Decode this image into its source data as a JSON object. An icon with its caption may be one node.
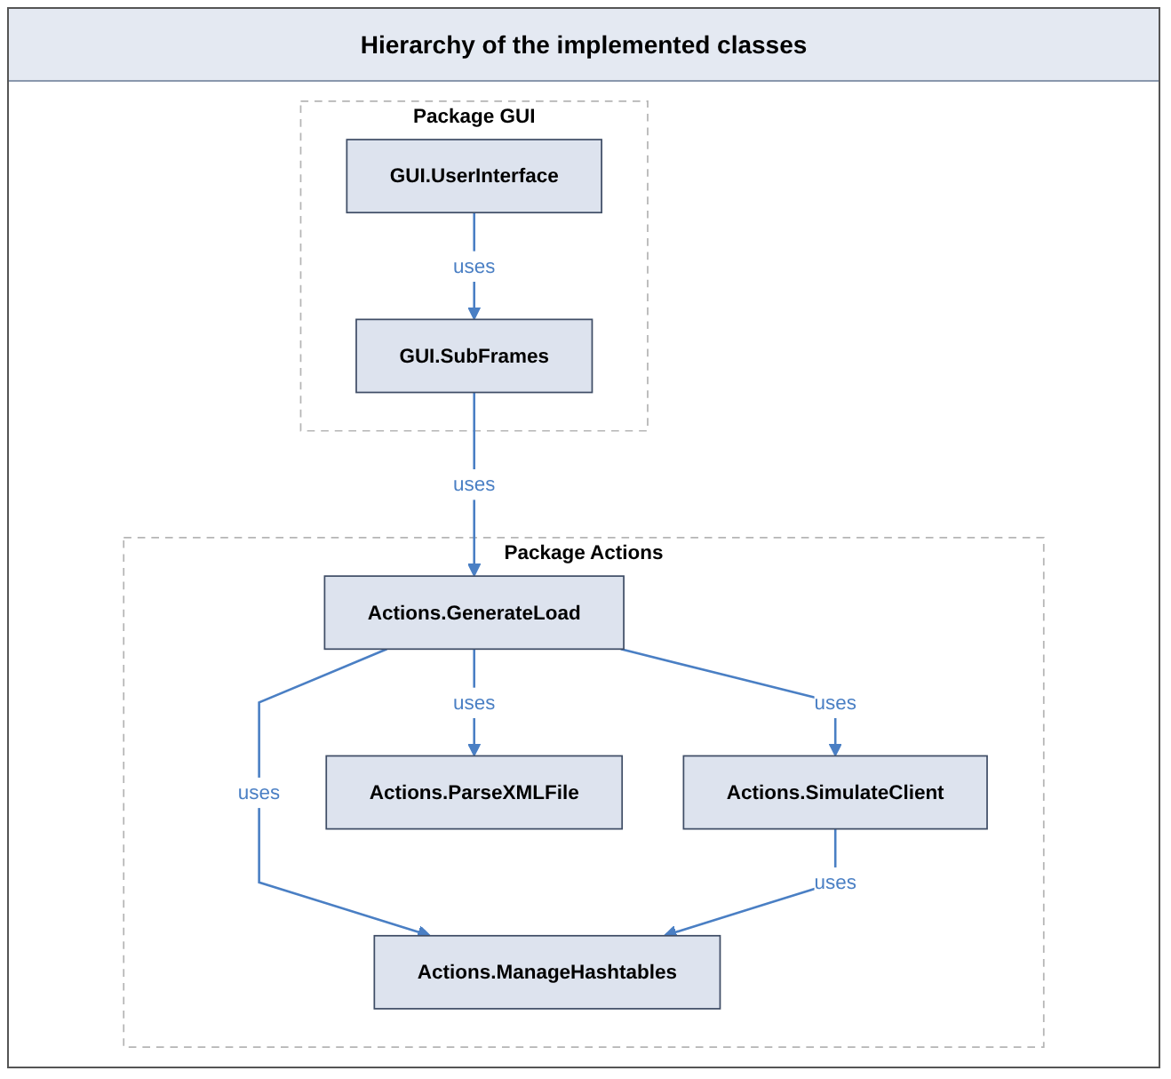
{
  "diagram": {
    "title": "Hierarchy of the implemented classes",
    "nodes": [
      {
        "text": [
          "Package GUI"
        ]
      },
      {
        "text": [
          "GUI.UserInterface"
        ],
        "in": 0
      },
      {
        "text": [
          "GUI.SubFrames"
        ],
        "in": 0
      },
      {
        "text": [
          "Package Actions"
        ]
      },
      {
        "text": [
          "Actions.GenerateLoad"
        ],
        "in": 3
      },
      {
        "text": [
          "Actions.SimulateClient"
        ],
        "in": 3
      },
      {
        "text": [
          "Actions.ParseXMLFile"
        ],
        "in": 3
      },
      {
        "text": [
          "Actions.ManageHashtables"
        ],
        "in": 3
      }
    ],
    "edges": [
      {
        "from": 1,
        "to": 2,
        "arrow": "to",
        "label": "uses"
      },
      {
        "from": 2,
        "to": 4,
        "arrow": "to",
        "label": "uses"
      },
      {
        "from": 4,
        "to": 5,
        "arrow": "to",
        "label": "uses"
      },
      {
        "from": 4,
        "to": 7,
        "arrow": "to",
        "label": "uses"
      },
      {
        "from": 4,
        "to": 6,
        "arrow": "to",
        "label": "uses"
      },
      {
        "from": 5,
        "to": 7,
        "arrow": "to",
        "label": "uses"
      }
    ]
  }
}
